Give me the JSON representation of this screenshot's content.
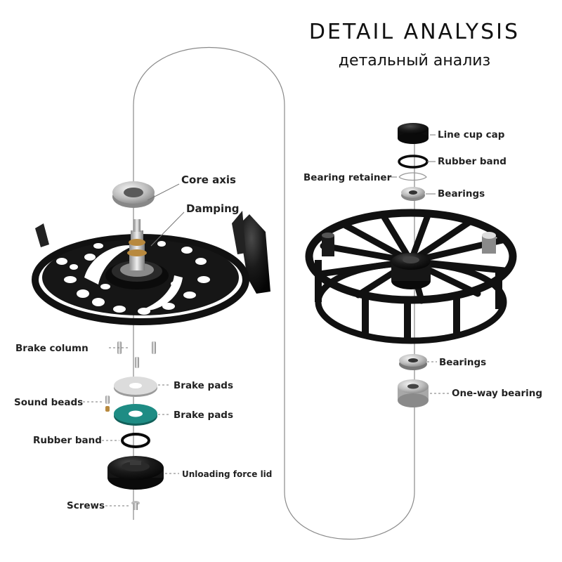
{
  "header": {
    "title": "DETAIL ANALYSIS",
    "subtitle": "детальный анализ"
  },
  "labels": {
    "core_axis": "Core axis",
    "damping": "Damping",
    "brake_column": "Brake column",
    "brake_pads_1": "Brake pads",
    "sound_beads": "Sound beads",
    "brake_pads_2": "Brake pads",
    "rubber_band_left": "Rubber band",
    "unloading_force_lid": "Unloading force lid",
    "screws": "Screws",
    "line_cup_cap": "Line cup cap",
    "rubber_band_right": "Rubber band",
    "bearing_retainer": "Bearing retainer",
    "bearings_top": "Bearings",
    "bearings_bottom": "Bearings",
    "one_way_bearing": "One-way bearing"
  },
  "colors": {
    "metal_black": "#151515",
    "teal_pad": "#1e8c84",
    "silver": "#c8c8c8",
    "brass": "#b8893e"
  }
}
